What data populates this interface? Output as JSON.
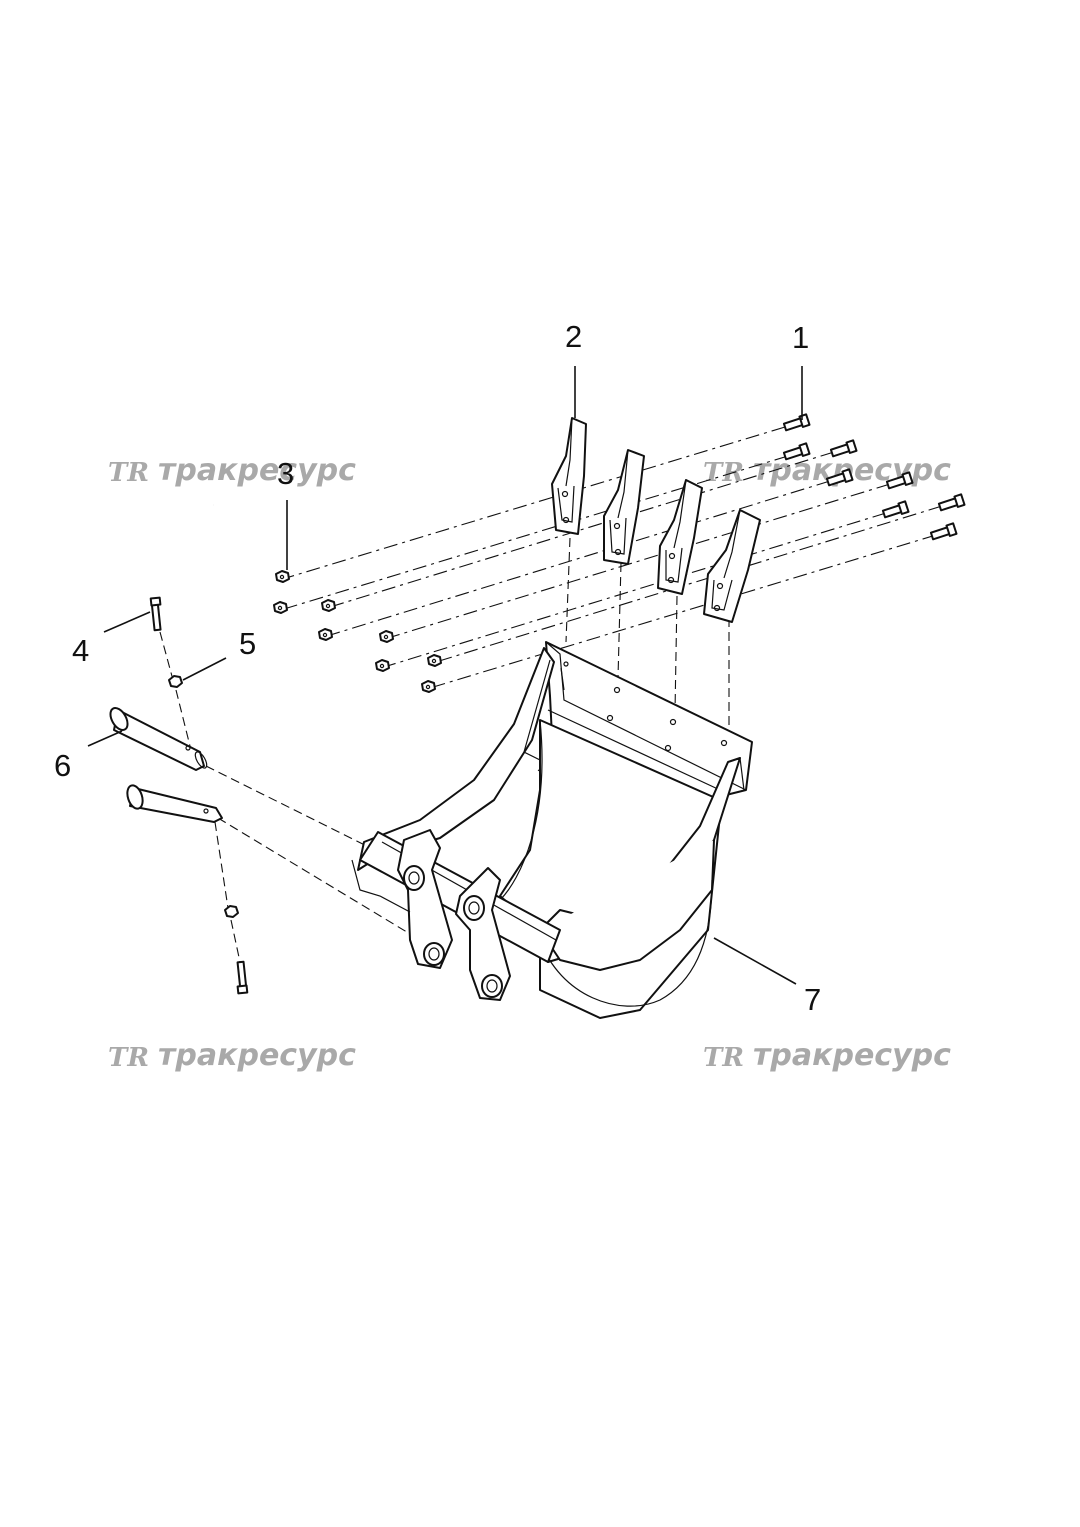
{
  "callouts": [
    {
      "id": "1",
      "label": "1"
    },
    {
      "id": "2",
      "label": "2"
    },
    {
      "id": "3",
      "label": "3"
    },
    {
      "id": "4",
      "label": "4"
    },
    {
      "id": "5",
      "label": "5"
    },
    {
      "id": "6",
      "label": "6"
    },
    {
      "id": "7",
      "label": "7"
    }
  ],
  "watermark": {
    "logo": "TR",
    "text": "тракресурс",
    "color": "#a9a9a9"
  },
  "icons": [
    "bolt-icon",
    "nut-icon",
    "tooth-icon",
    "pin-icon",
    "bucket-icon"
  ]
}
